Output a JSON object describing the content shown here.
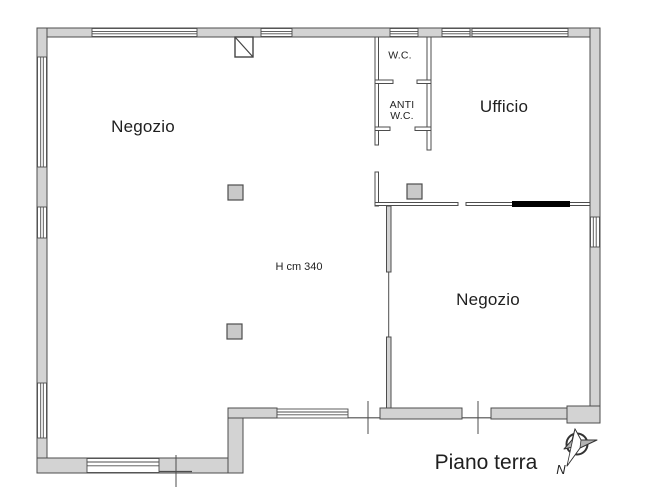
{
  "plan": {
    "floor_label": "Piano terra",
    "height_note": "H cm 340",
    "rooms": {
      "negozio_main": "Negozio",
      "wc": "W.C.",
      "anti_wc": "ANTI W.C.",
      "ufficio": "Ufficio",
      "negozio_2": "Negozio"
    },
    "compass": {
      "north_label": "N",
      "icon": "compass-rose-icon"
    },
    "icons": {
      "flue_box": "flue-diagonal-box-icon"
    },
    "colors": {
      "wall_fill": "#d3d3d3",
      "wall_outline": "#4d4d4d",
      "pillar_fill": "#c9c9c9",
      "door_marker": "#000000",
      "background": "#ffffff",
      "text": "#1f1f1f"
    }
  }
}
